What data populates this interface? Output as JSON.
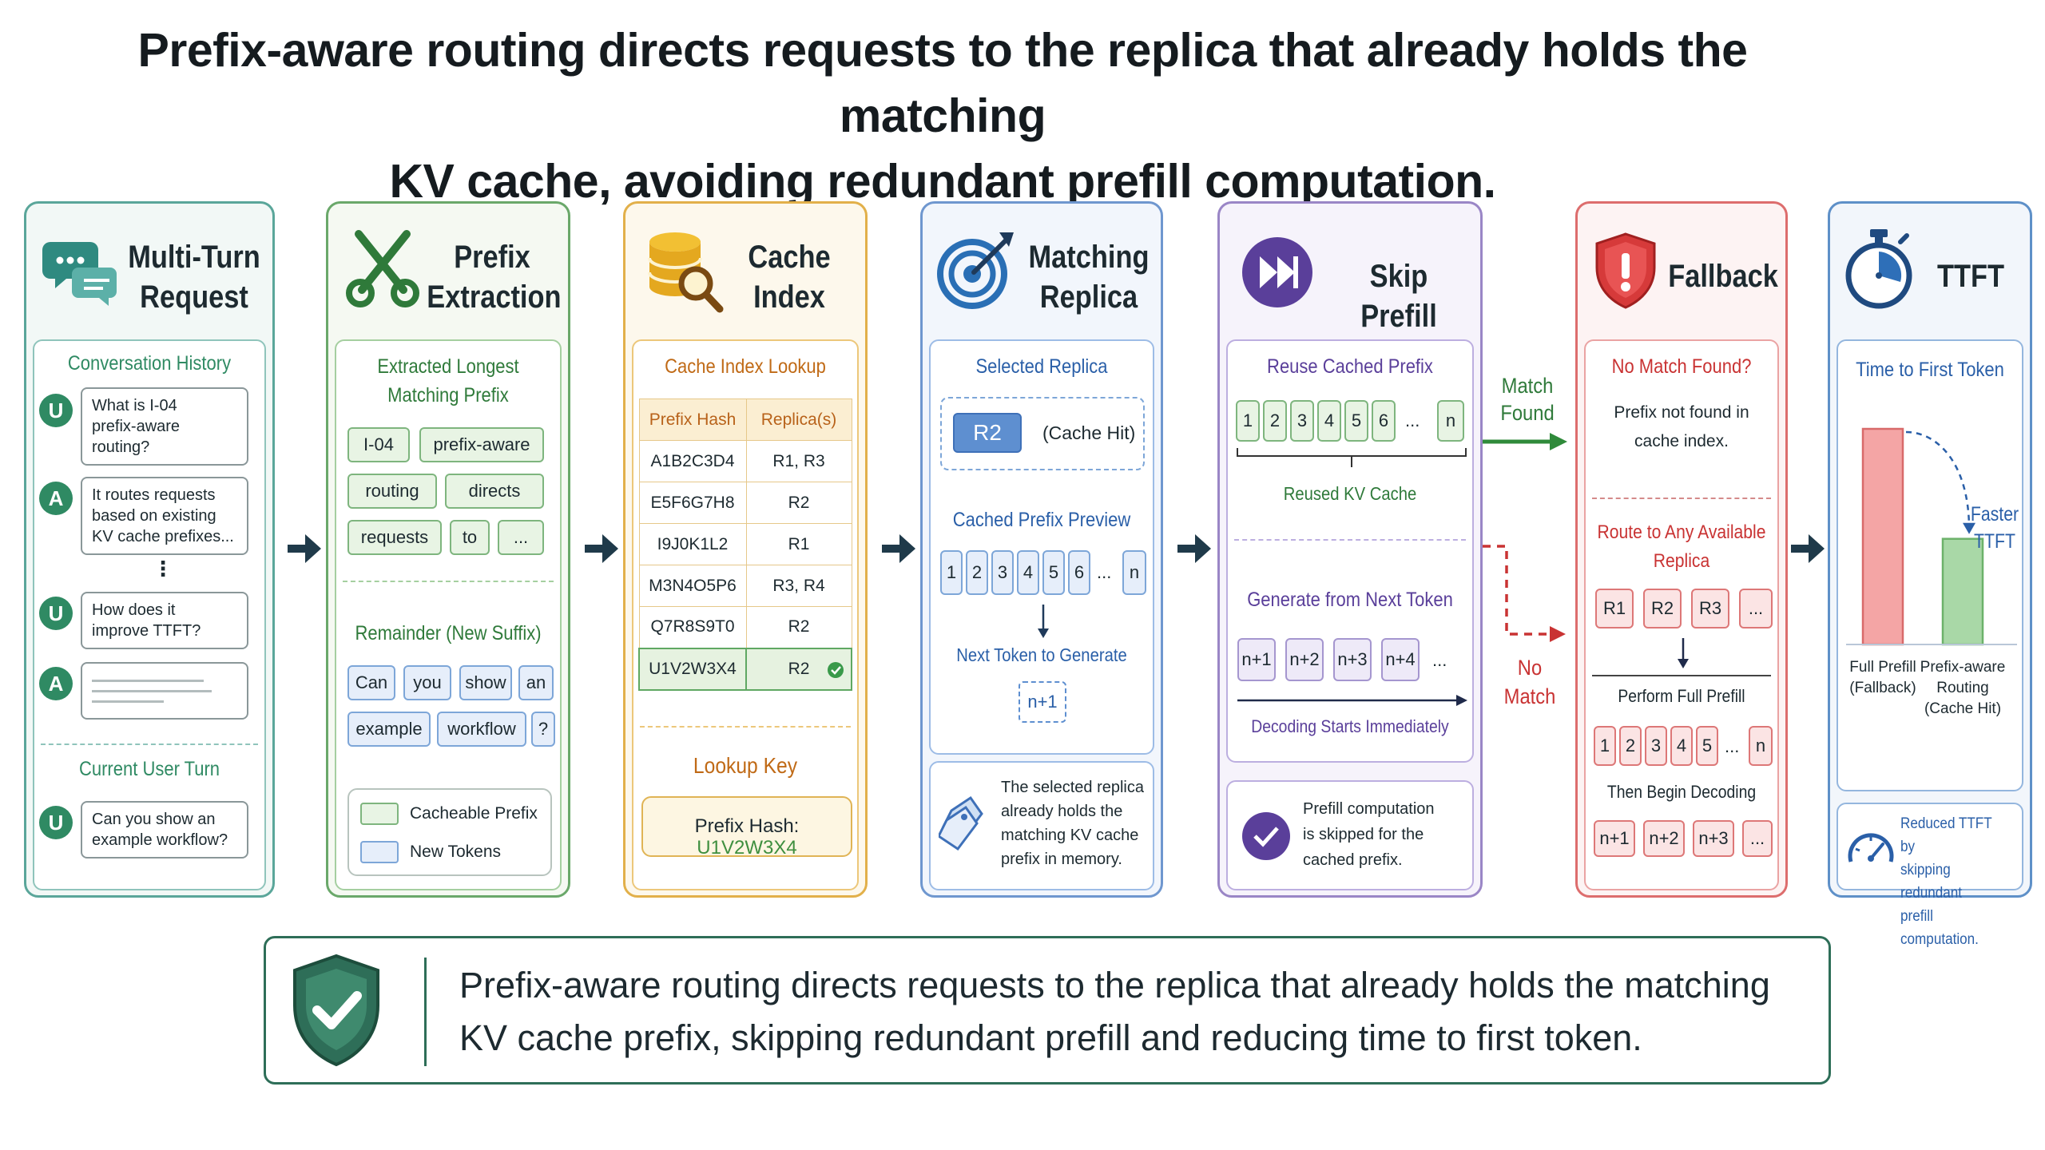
{
  "title": {
    "line1": "Prefix-aware routing directs requests to the replica that already holds the matching",
    "line2": "KV cache, avoiding redundant prefill computation."
  },
  "colors": {
    "teal": "#2f8a63",
    "green": "#3f8f3f",
    "gold": "#d39a22",
    "blue": "#2f6fb8",
    "purple": "#6a52a8",
    "red": "#c93333",
    "navy": "#1f3a5a"
  },
  "panels": {
    "request": {
      "title_1": "Multi-Turn",
      "title_2": "Request",
      "icon": "chat-bubbles-icon",
      "history_label": "Conversation History",
      "messages": [
        {
          "role": "U",
          "text": [
            "What is I-04",
            "prefix-aware",
            "routing?"
          ]
        },
        {
          "role": "A",
          "text": [
            "It routes requests",
            "based on existing",
            "KV cache prefixes..."
          ]
        },
        {
          "role": "U",
          "text": [
            "How does it",
            "improve TTFT?"
          ]
        },
        {
          "role": "A",
          "text": []
        }
      ],
      "ellipsis": "⋮",
      "current_label": "Current User Turn",
      "current": {
        "role": "U",
        "text": [
          "Can you show an",
          "example workflow?"
        ]
      }
    },
    "extraction": {
      "title_1": "Prefix",
      "title_2": "Extraction",
      "icon": "scissors-icon",
      "prefix_label_1": "Extracted Longest",
      "prefix_label_2": "Matching Prefix",
      "prefix_tokens": [
        "I-04",
        "prefix-aware",
        "routing",
        "directs",
        "requests",
        "to",
        "..."
      ],
      "suffix_label": "Remainder (New Suffix)",
      "suffix_tokens": [
        "Can",
        "you",
        "show",
        "an",
        "example",
        "workflow",
        "?"
      ],
      "legend_cacheable": "Cacheable Prefix",
      "legend_new": "New Tokens"
    },
    "cache": {
      "title_1": "Cache",
      "title_2": "Index",
      "icon": "database-search-icon",
      "lookup_label": "Cache Index Lookup",
      "headers": [
        "Prefix Hash",
        "Replica(s)"
      ],
      "rows": [
        [
          "A1B2C3D4",
          "R1, R3"
        ],
        [
          "E5F6G7H8",
          "R2"
        ],
        [
          "I9J0K1L2",
          "R1"
        ],
        [
          "M3N4O5P6",
          "R3, R4"
        ],
        [
          "Q7R8S9T0",
          "R2"
        ],
        [
          "U1V2W3X4",
          "R2"
        ]
      ],
      "key_label": "Lookup Key",
      "key_prefix": "Prefix Hash:",
      "key_value": "U1V2W3X4"
    },
    "replica": {
      "title_1": "Matching",
      "title_2": "Replica",
      "icon": "target-icon",
      "selected_label": "Selected Replica",
      "replica": "R2",
      "cache_hit": "(Cache Hit)",
      "preview_label": "Cached Prefix Preview",
      "tokens": [
        "1",
        "2",
        "3",
        "4",
        "5",
        "6",
        "...",
        "n"
      ],
      "next_label": "Next Token to Generate",
      "next_token": "n+1",
      "note": [
        "The selected replica",
        "already holds the",
        "matching KV cache",
        "prefix in memory."
      ]
    },
    "skip": {
      "title": "Skip Prefill",
      "icon": "fast-forward-icon",
      "reuse_label": "Reuse Cached Prefix",
      "tokens": [
        "1",
        "2",
        "3",
        "4",
        "5",
        "6",
        "...",
        "n"
      ],
      "reused_label": "Reused KV Cache",
      "generate_label": "Generate from Next Token",
      "gen_tokens": [
        "n+1",
        "n+2",
        "n+3",
        "n+4",
        "..."
      ],
      "decode_label": "Decoding Starts Immediately",
      "note": [
        "Prefill computation",
        "is skipped for the",
        "cached prefix."
      ]
    },
    "fallback": {
      "title": "Fallback",
      "icon": "shield-alert-icon",
      "nomatch_label": "No Match Found?",
      "nomatch_text": [
        "Prefix not found in",
        "cache index."
      ],
      "route_label": [
        "Route to Any Available",
        "Replica"
      ],
      "replicas": [
        "R1",
        "R2",
        "R3",
        "..."
      ],
      "full_label": "Perform Full Prefill",
      "tokens": [
        "1",
        "2",
        "3",
        "4",
        "5",
        "...",
        "n"
      ],
      "decode_label": "Then Begin Decoding",
      "dec_tokens": [
        "n+1",
        "n+2",
        "n+3",
        "..."
      ]
    },
    "ttft": {
      "title": "TTFT",
      "icon": "stopwatch-icon",
      "chart_title": "Time to First Token",
      "faster": [
        "Faster",
        "TTFT"
      ],
      "note": [
        "Reduced TTFT by",
        "skipping redundant",
        "prefill computation."
      ]
    }
  },
  "branch": {
    "match": [
      "Match",
      "Found"
    ],
    "nomatch": [
      "No",
      "Match"
    ]
  },
  "chart_data": {
    "type": "bar",
    "title": "Time to First Token",
    "categories": [
      "Full Prefill (Fallback)",
      "Prefix-aware Routing (Cache Hit)"
    ],
    "category_lines": [
      [
        "Full Prefill",
        "(Fallback)"
      ],
      [
        "Prefix-aware",
        "Routing",
        "(Cache Hit)"
      ]
    ],
    "values": [
      1.0,
      0.49
    ],
    "colors": [
      "#f4a5a5",
      "#a9d8a7"
    ],
    "xlabel": "",
    "ylabel": "",
    "grid": false
  },
  "banner": {
    "line1": "Prefix-aware routing directs requests  to the replica  that already holds the matching",
    "line2": "KV cache prefix, skipping redundant prefill and reducing time to first token.",
    "icon": "shield-check-icon"
  }
}
